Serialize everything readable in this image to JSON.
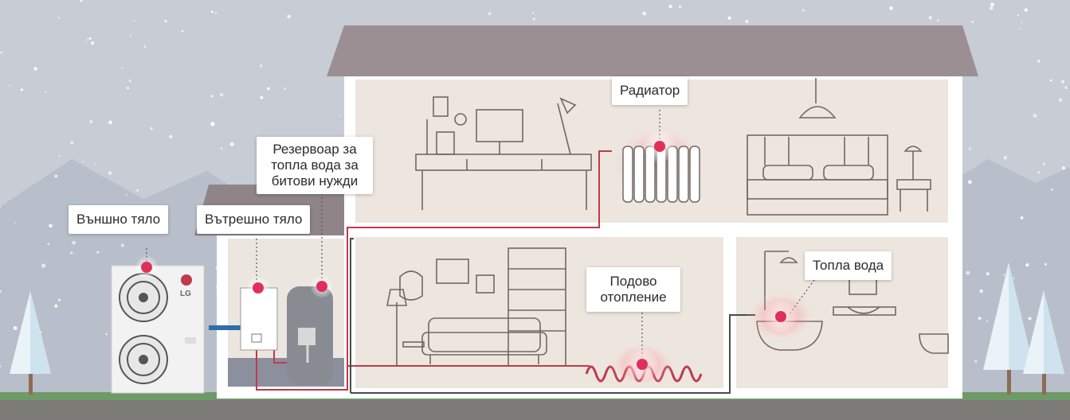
{
  "labels": {
    "outdoor_unit": "Външно тяло",
    "indoor_unit": "Вътрешно тяло",
    "hot_water_tank": "Резервоар за\nтопла вода за\nбитови нужди",
    "radiator": "Радиатор",
    "floor_heating": "Подово\nотопление",
    "hot_water": "Топла вода"
  },
  "outdoor_unit_brand": "LG",
  "icons": [
    "snowflake-icon",
    "snow-tree-icon",
    "fan-icon",
    "lg-logo-icon",
    "lamp-icon",
    "bathtub-icon",
    "shower-icon",
    "toilet-icon",
    "radiator-icon",
    "bed-icon",
    "sofa-icon",
    "desk-icon",
    "bookshelf-icon"
  ],
  "colors": {
    "sky": "#c7ccd5",
    "roof": "#9c8f94",
    "house_wall": "#ffffff",
    "room_fill": "#ece6de",
    "pipe": "#c0394e",
    "pipe_dark": "#4a4a4a",
    "hotspot": "#e0305a",
    "ground": "#7d7b78",
    "grass": "#6e9a67"
  }
}
